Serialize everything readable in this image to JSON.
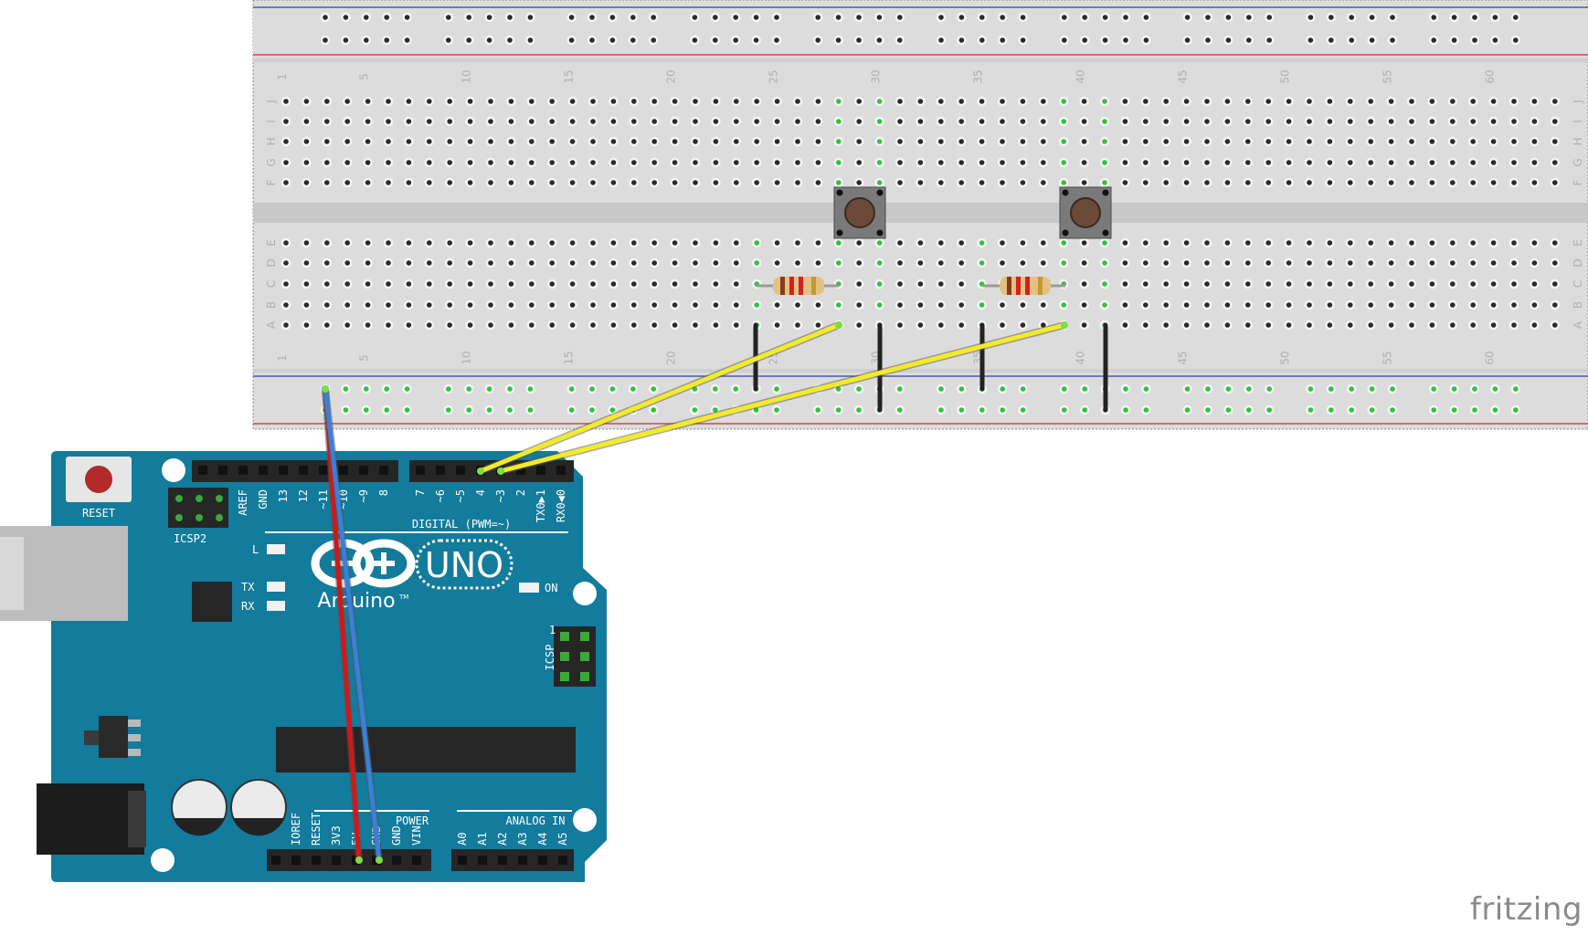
{
  "breadboard": {
    "column_numbers": [
      "1",
      "5",
      "10",
      "15",
      "20",
      "25",
      "30",
      "35",
      "40",
      "45",
      "50",
      "55",
      "60"
    ],
    "row_letters_top": [
      "J",
      "I",
      "H",
      "G",
      "F"
    ],
    "row_letters_bottom": [
      "E",
      "D",
      "C",
      "B",
      "A"
    ]
  },
  "arduino": {
    "reset_label": "RESET",
    "icsp2_label": "ICSP2",
    "icsp_label": "ICSP",
    "icsp_pin1": "1",
    "logo_text": "Arduino",
    "tm": "TM",
    "uno_label": "UNO",
    "led_l": "L",
    "led_tx": "TX",
    "led_rx": "RX",
    "led_on": "ON",
    "digital_label": "DIGITAL (PWM=~)",
    "power_label": "POWER",
    "analog_label": "ANALOG IN",
    "digital_pins": [
      "AREF",
      "GND",
      "13",
      "12",
      "~11",
      "~10",
      "~9",
      "8",
      "7",
      "~6",
      "~5",
      "4",
      "~3",
      "2",
      "TX0▶1",
      "RX0◀0"
    ],
    "power_pins": [
      "IOREF",
      "RESET",
      "3V3",
      "5V",
      "GND",
      "GND",
      "VIN"
    ],
    "analog_pins": [
      "A0",
      "A1",
      "A2",
      "A3",
      "A4",
      "A5"
    ]
  },
  "wires": {
    "power_5v_color": "#d01818",
    "ground_color": "#3a7fd8",
    "signal_color": "#f3ea2a"
  },
  "branding": {
    "text": "fritzing"
  }
}
